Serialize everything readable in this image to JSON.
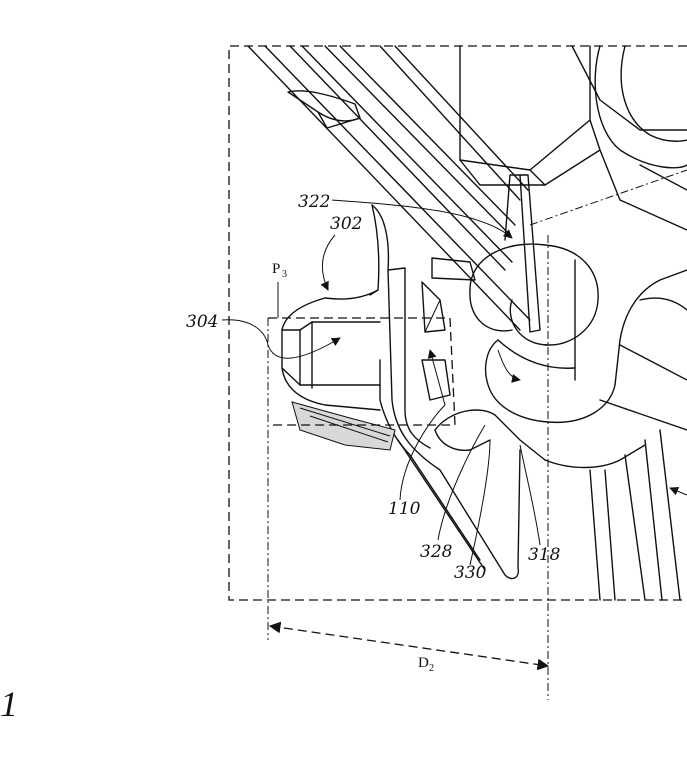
{
  "labels": {
    "r322": "322",
    "r302": "302",
    "r304": "304",
    "r110": "110",
    "r328": "328",
    "r330": "330",
    "r318": "318",
    "p_main": "P",
    "p_sub": "3",
    "d_main": "D",
    "d_sub": "2",
    "fig": "1"
  }
}
